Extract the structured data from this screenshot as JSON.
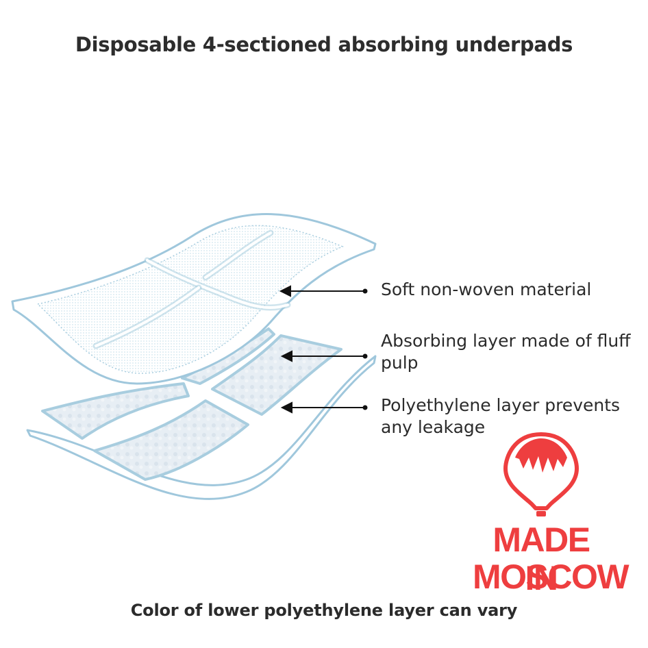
{
  "title": "Disposable 4-sectioned absorbing underpads",
  "layers": [
    {
      "label": "Soft non-woven material"
    },
    {
      "label": "Absorbing layer made of fluff pulp"
    },
    {
      "label": "Polyethylene layer prevents any leakage"
    }
  ],
  "logo": {
    "line1": "MADE IN",
    "line2": "MOSCOW",
    "icon": "hot-air-balloon-icon",
    "color": "#ee3e3f"
  },
  "footer": "Color of lower polyethylene layer can vary",
  "colors": {
    "outline": "#9fc7dc",
    "pulp": "#e6edf3",
    "arrow": "#111111"
  }
}
